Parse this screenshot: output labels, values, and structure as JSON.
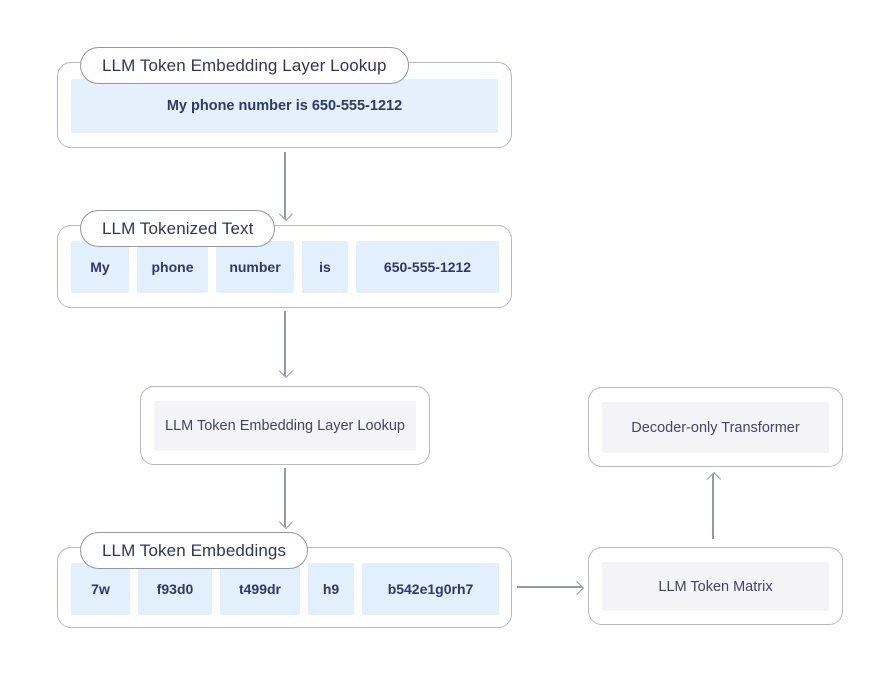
{
  "diagram": {
    "colors": {
      "background": "#ffffff",
      "box_border": "#b6b8c7",
      "pill_border": "#9296ac",
      "arrow": "#9598ab",
      "token_fill": "#e2effc",
      "sentence_fill": "#e4f0fc",
      "panel_fill": "#f4f4f6",
      "label_text": "#31345f",
      "token_text": "#2d3a68"
    },
    "nodes": {
      "input": {
        "label": "LLM Token Embedding Layer Lookup",
        "content": "My phone number is 650-555-1212"
      },
      "tokenized": {
        "label": "LLM Tokenized Text",
        "tokens": [
          "My",
          "phone",
          "number",
          "is",
          "650-555-1212"
        ]
      },
      "lookup": {
        "label": "LLM Token Embedding Layer Lookup"
      },
      "embeddings": {
        "label": "LLM Token Embeddings",
        "tokens": [
          "7w",
          "f93d0",
          "t499dr",
          "h9",
          "b542e1g0rh7"
        ]
      },
      "matrix": {
        "label": "LLM Token Matrix"
      },
      "transformer": {
        "label": "Decoder-only Transformer"
      }
    }
  }
}
